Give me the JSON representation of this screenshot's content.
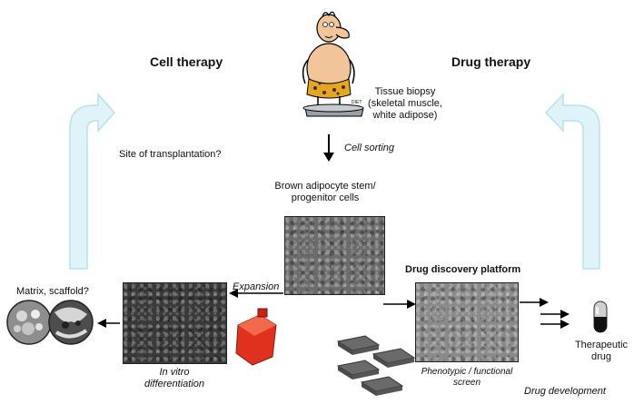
{
  "titles": {
    "cell_therapy": "Cell therapy",
    "drug_therapy": "Drug therapy"
  },
  "labels": {
    "tissue_biopsy": [
      "Tissue biopsy",
      "(skeletal muscle,",
      "white adipose)"
    ],
    "cell_sorting": "Cell sorting",
    "site_of_transplantation": "Site of transplantation?",
    "brown_adipocyte": [
      "Brown adipocyte stem/",
      "progenitor cells"
    ],
    "drug_discovery_platform": "Drug discovery platform",
    "matrix_scaffold": "Matrix, scaffold?",
    "expansion": "Expansion",
    "in_vitro": [
      "In vitro",
      "differentiation"
    ],
    "phenotypic_screen": [
      "Phenotypic / functional",
      "screen"
    ],
    "therapeutic_drug": [
      "Therapeutic",
      "drug"
    ],
    "drug_development": "Drug development",
    "scale_caption": "DIET"
  },
  "colors": {
    "loop_arrow_fill": "#dff3f8",
    "loop_arrow_stroke": "#b7e2ee",
    "flask_red": "#e03020",
    "skin": "#f1c49a",
    "leopard": "#e8a520"
  },
  "icons": {
    "person": "person-on-scale-icon",
    "flask": "culture-flask-icon",
    "plates": "multiwell-plates-icon",
    "capsule": "drug-capsule-icon",
    "scaffold": "scaffold-sphere-icon"
  }
}
